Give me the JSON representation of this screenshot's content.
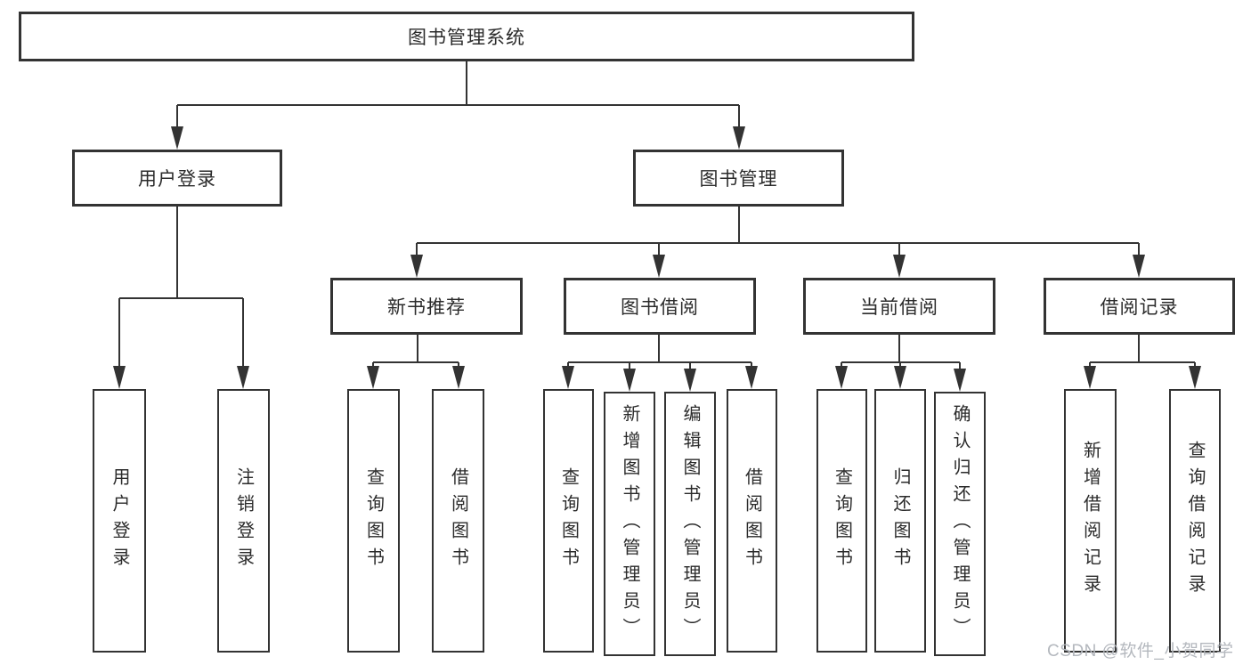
{
  "diagram": {
    "type": "tree",
    "root": {
      "label": "图书管理系统"
    },
    "level2": [
      {
        "id": "user-login",
        "label": "用户登录"
      },
      {
        "id": "book-management",
        "label": "图书管理"
      }
    ],
    "level3": [
      {
        "id": "new-book-recommend",
        "label": "新书推荐",
        "parent": "图书管理"
      },
      {
        "id": "book-borrowing",
        "label": "图书借阅",
        "parent": "图书管理"
      },
      {
        "id": "current-borrowing",
        "label": "当前借阅",
        "parent": "图书管理"
      },
      {
        "id": "borrowing-records",
        "label": "借阅记录",
        "parent": "图书管理"
      }
    ],
    "leaves": [
      {
        "id": "leaf-user-login",
        "label": "用户登录",
        "parent": "用户登录"
      },
      {
        "id": "leaf-logout",
        "label": "注销登录",
        "parent": "用户登录"
      },
      {
        "id": "leaf-query-books-recommend",
        "label": "查询图书",
        "parent": "新书推荐"
      },
      {
        "id": "leaf-borrow-books-recommend",
        "label": "借阅图书",
        "parent": "新书推荐"
      },
      {
        "id": "leaf-query-books-borrowing",
        "label": "查询图书",
        "parent": "图书借阅"
      },
      {
        "id": "leaf-add-books-admin",
        "label": "新增图书（管理员）",
        "parent": "图书借阅"
      },
      {
        "id": "leaf-edit-books-admin",
        "label": "编辑图书（管理员）",
        "parent": "图书借阅"
      },
      {
        "id": "leaf-borrow-books-borrowing",
        "label": "借阅图书",
        "parent": "图书借阅"
      },
      {
        "id": "leaf-query-books-current",
        "label": "查询图书",
        "parent": "当前借阅"
      },
      {
        "id": "leaf-return-books",
        "label": "归还图书",
        "parent": "当前借阅"
      },
      {
        "id": "leaf-confirm-return-admin",
        "label": "确认归还（管理员）",
        "parent": "当前借阅"
      },
      {
        "id": "leaf-add-borrow-record",
        "label": "新增借阅记录",
        "parent": "借阅记录"
      },
      {
        "id": "leaf-query-borrow-record",
        "label": "查询借阅记录",
        "parent": "借阅记录"
      }
    ]
  },
  "watermark": {
    "text": "CSDN @软件_小贺同学",
    "color": "#b4b8be"
  },
  "colors": {
    "line": "#333333",
    "border": "#333333",
    "text": "#2b2b2b",
    "background": "#ffffff"
  }
}
